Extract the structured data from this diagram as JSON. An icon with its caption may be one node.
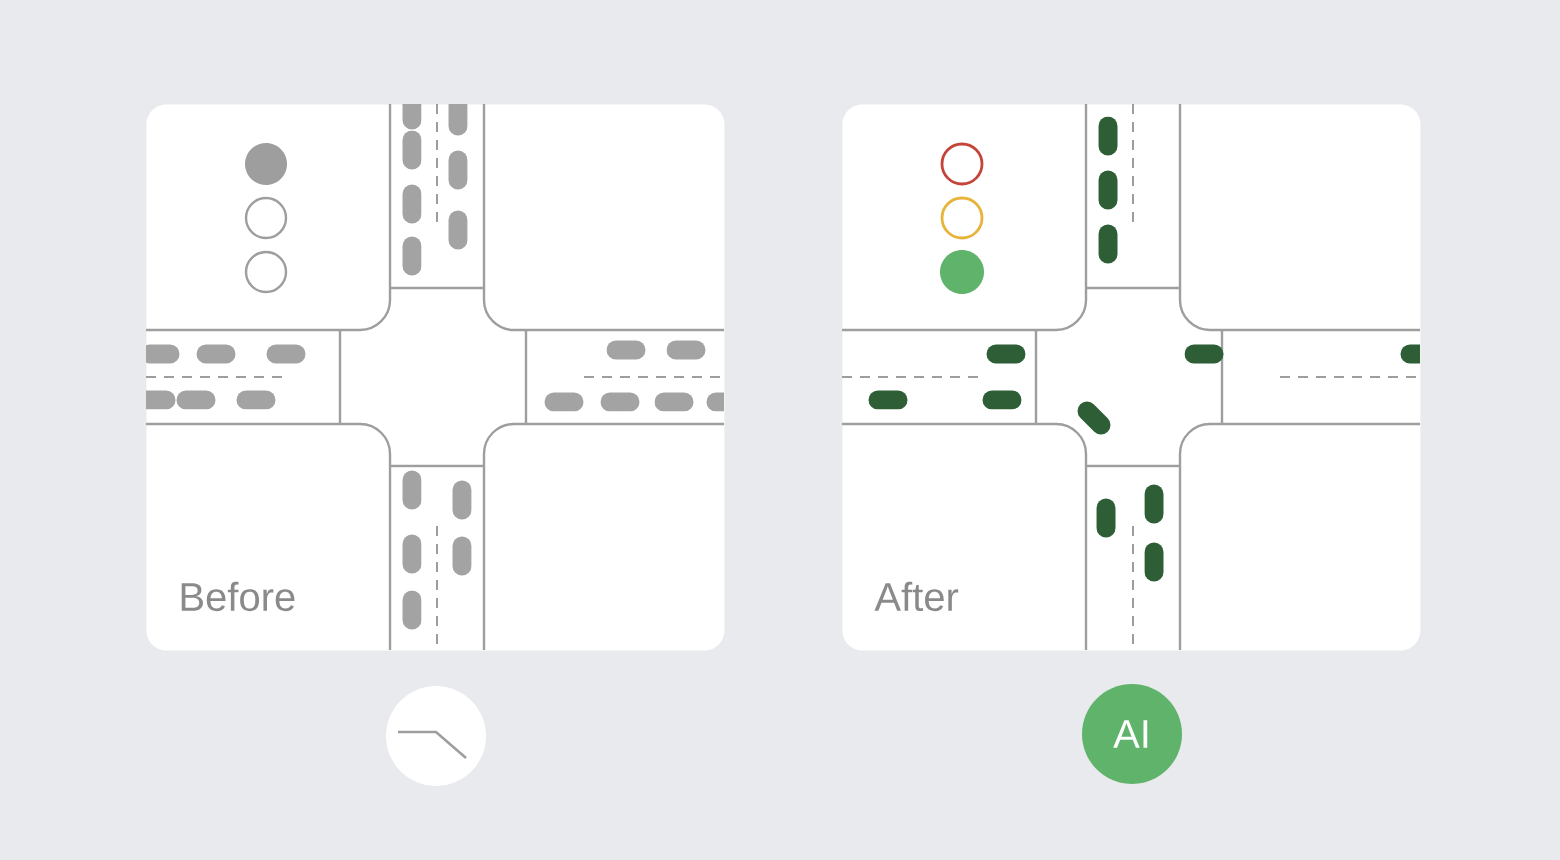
{
  "diagram": {
    "nodes": [
      {
        "text": [
          "Before"
        ]
      },
      {
        "text": [
          "After"
        ]
      },
      {
        "text": [],
        "shape": "circle"
      },
      {
        "text": [
          "AI"
        ]
      }
    ]
  }
}
